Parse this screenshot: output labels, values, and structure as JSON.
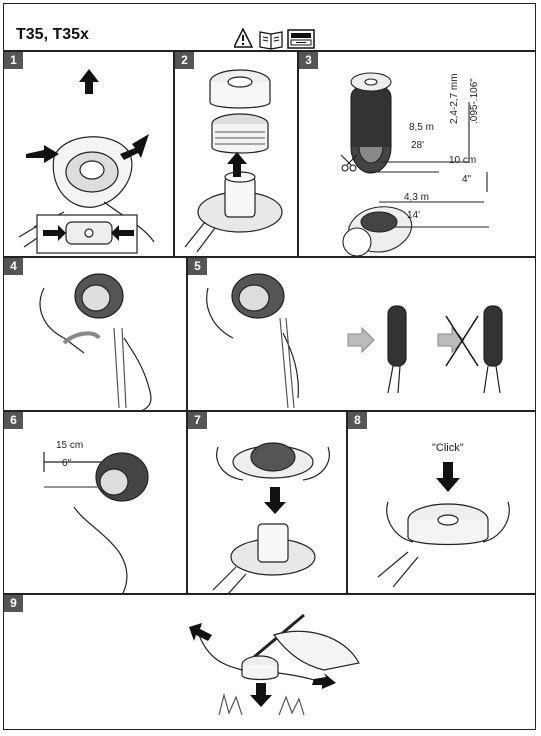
{
  "header": {
    "title": "T35, T35x",
    "icons": [
      "warning-icon",
      "manual-book-icon",
      "battery-charger-icon"
    ]
  },
  "steps": [
    {
      "number": "1"
    },
    {
      "number": "2"
    },
    {
      "number": "3",
      "length_mm": "2,4-2,7 mm",
      "length_in": ".095-.106\"",
      "spool_m": "8,5 m",
      "spool_ft": "28'",
      "tip_cm": "10 cm",
      "tip_in": "4\"",
      "half_m": "4,3 m",
      "half_ft": "14'"
    },
    {
      "number": "4"
    },
    {
      "number": "5"
    },
    {
      "number": "6",
      "len_cm": "15 cm",
      "len_in": "6\""
    },
    {
      "number": "7"
    },
    {
      "number": "8",
      "sound": "\"Click\""
    },
    {
      "number": "9"
    }
  ]
}
